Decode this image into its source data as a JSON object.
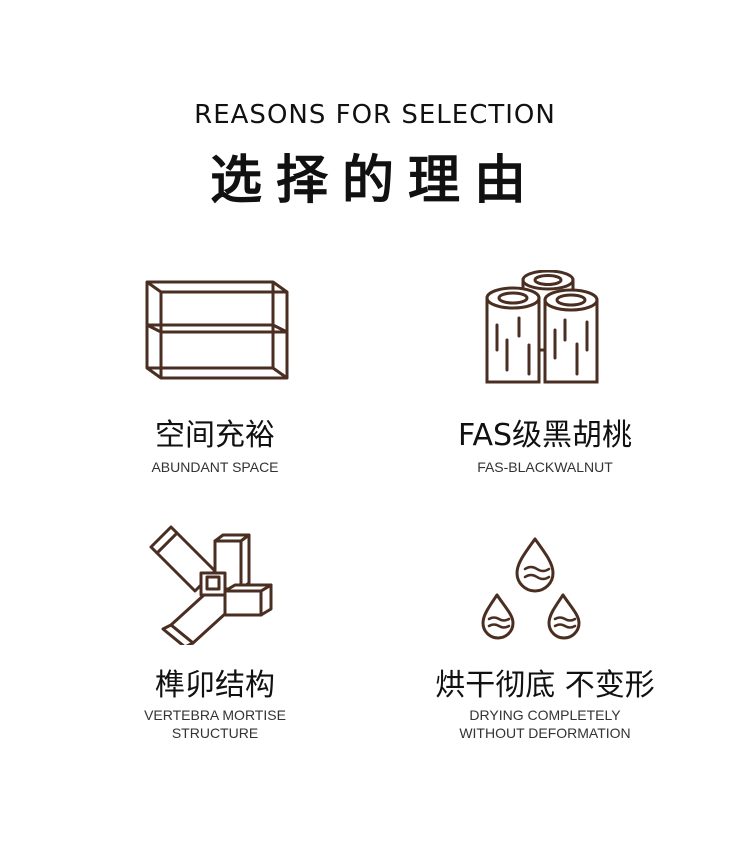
{
  "header": {
    "title_en": "REASONS FOR SELECTION",
    "title_zh": "选择的理由"
  },
  "features": [
    {
      "zh": "空间充裕",
      "en_lines": [
        "ABUNDANT SPACE"
      ],
      "icon": "shelf-icon"
    },
    {
      "zh": "FAS级黑胡桃",
      "en_lines": [
        "FAS-BLACKWALNUT"
      ],
      "icon": "logs-icon"
    },
    {
      "zh": "榫卯结构",
      "en_lines": [
        "VERTEBRA MORTISE",
        "STRUCTURE"
      ],
      "icon": "mortise-joint-icon"
    },
    {
      "zh": "烘干彻底 不变形",
      "en_lines": [
        "DRYING COMPLETELY",
        "WITHOUT DEFORMATION"
      ],
      "icon": "water-drops-icon"
    }
  ],
  "colors": {
    "wood": "#4a2e22",
    "text": "#111111"
  }
}
